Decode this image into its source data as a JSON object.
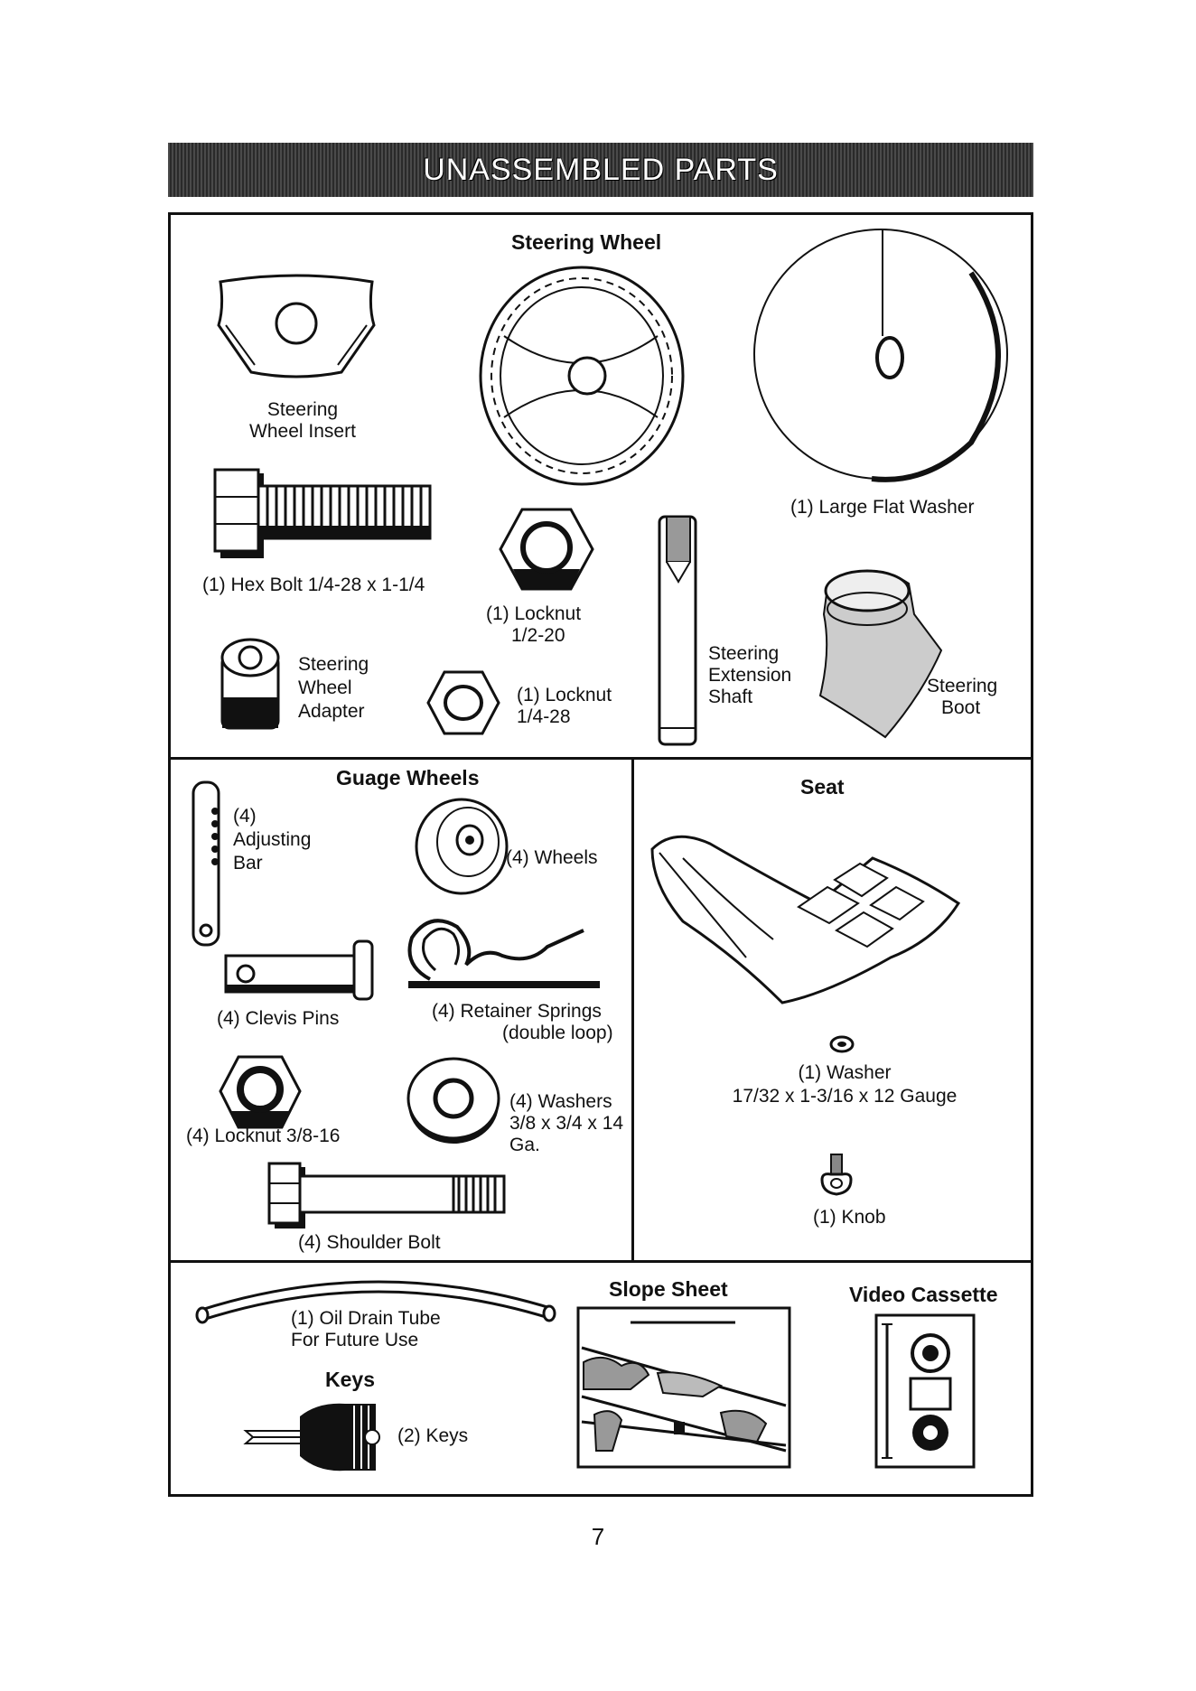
{
  "banner": "UNASSEMBLED PARTS",
  "headings": {
    "steering_wheel": "Steering Wheel",
    "guage_wheels": "Guage Wheels",
    "seat": "Seat",
    "slope_sheet": "Slope Sheet",
    "video_cassette": "Video Cassette",
    "keys": "Keys"
  },
  "labels": {
    "wheel_insert_1": "Steering",
    "wheel_insert_2": "Wheel Insert",
    "hex_bolt": "(1) Hex Bolt  1/4-28 x 1-1/4",
    "locknut_a_1": "(1) Locknut",
    "locknut_a_2": "1/2-20",
    "adapter_1": "Steering",
    "adapter_2": "Wheel",
    "adapter_3": "Adapter",
    "locknut_b_1": "(1) Locknut",
    "locknut_b_2": "1/4-28",
    "flat_washer": "(1) Large Flat Washer",
    "ext_shaft_1": "Steering",
    "ext_shaft_2": "Extension",
    "ext_shaft_3": "Shaft",
    "boot_1": "Steering",
    "boot_2": "Boot",
    "adj_bar_1": "(4)",
    "adj_bar_2": "Adjusting",
    "adj_bar_3": "Bar",
    "wheels": "(4) Wheels",
    "clevis": "(4) Clevis Pins",
    "retainer_1": "(4)  Retainer Springs",
    "retainer_2": "(double loop)",
    "locknut_c": "(4) Locknut  3/8-16",
    "washers_1": "(4) Washers",
    "washers_2": "3/8 x 3/4 x 14",
    "washers_3": "Ga.",
    "shoulder_bolt": "(4) Shoulder Bolt",
    "seat_washer_1": "(1) Washer",
    "seat_washer_2": "17/32 x 1-3/16 x 12 Gauge",
    "knob": "(1) Knob",
    "drain_tube_1": "(1) Oil Drain Tube",
    "drain_tube_2": "For Future Use",
    "keys": "(2) Keys"
  },
  "page_number": "7"
}
